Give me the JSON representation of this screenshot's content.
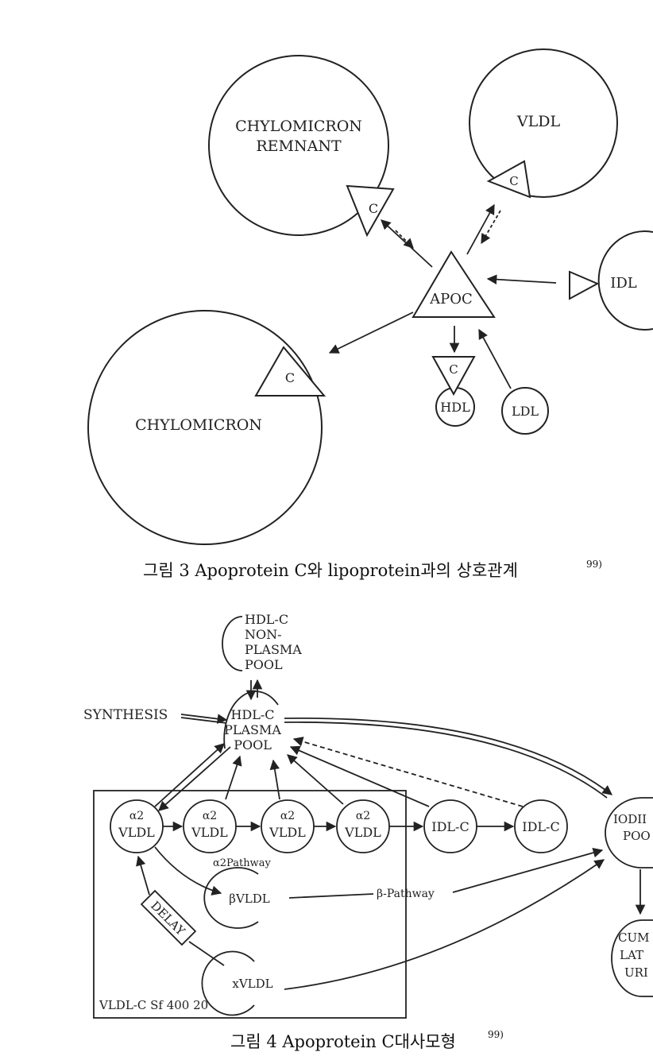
{
  "figure3": {
    "chylomicron_remnant": [
      "CHYLOMICRON",
      "REMNANT"
    ],
    "vldl": "VLDL",
    "idl": "IDL",
    "chylomicron": "CHYLOMICRON",
    "hdl": "HDL",
    "ldl": "LDL",
    "apoc": "APOC",
    "c": "C",
    "caption": "그림 3  Apoprotein C와 lipoprotein과의 상호관계",
    "caption_ref": "99)"
  },
  "figure4": {
    "nonplasma_pool": [
      "HDL-C",
      "NON-",
      "PLASMA",
      "POOL"
    ],
    "synthesis": "SYNTHESIS",
    "plasma_pool": [
      "HDL-C",
      "PLASMA",
      "POOL"
    ],
    "alpha2_vldl": [
      "α2",
      "VLDL"
    ],
    "idl_c": "IDL-C",
    "iodine_pool": [
      "IODII",
      "POO"
    ],
    "alpha2_pathway": "α2Pathway",
    "beta_vldl": "βVLDL",
    "beta_pathway": "β-Pathway",
    "delay": "DELAY",
    "x_vldl": "xVLDL",
    "cum": [
      "CUM",
      "LAT",
      "URI"
    ],
    "box_label": "VLDL-C Sf 400  20",
    "caption": "그림 4  Apoprotein C대사모형",
    "caption_ref": "99)"
  }
}
